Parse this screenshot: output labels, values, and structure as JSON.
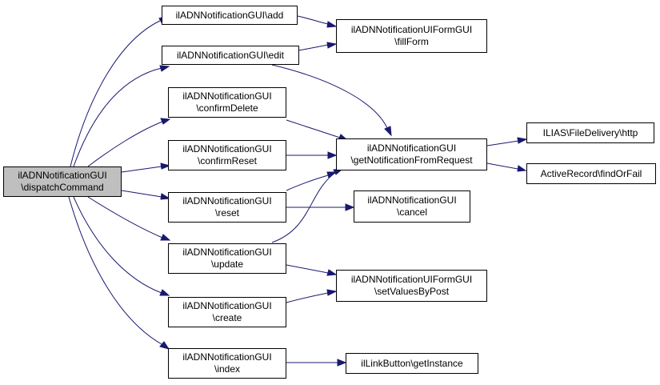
{
  "nodes": {
    "dispatch": {
      "line1": "ilADNNotificationGUI",
      "line2": "\\dispatchCommand"
    },
    "add": {
      "line1": "ilADNNotificationGUI\\add"
    },
    "edit": {
      "line1": "ilADNNotificationGUI\\edit"
    },
    "confirm_delete": {
      "line1": "ilADNNotificationGUI",
      "line2": "\\confirmDelete"
    },
    "confirm_reset": {
      "line1": "ilADNNotificationGUI",
      "line2": "\\confirmReset"
    },
    "reset": {
      "line1": "ilADNNotificationGUI",
      "line2": "\\reset"
    },
    "update": {
      "line1": "ilADNNotificationGUI",
      "line2": "\\update"
    },
    "create": {
      "line1": "ilADNNotificationGUI",
      "line2": "\\create"
    },
    "index": {
      "line1": "ilADNNotificationGUI",
      "line2": "\\index"
    },
    "fill_form": {
      "line1": "ilADNNotificationUIFormGUI",
      "line2": "\\fillForm"
    },
    "get_notification": {
      "line1": "ilADNNotificationGUI",
      "line2": "\\getNotificationFromRequest"
    },
    "cancel": {
      "line1": "ilADNNotificationGUI",
      "line2": "\\cancel"
    },
    "set_values": {
      "line1": "ilADNNotificationUIFormGUI",
      "line2": "\\setValuesByPost"
    },
    "link_button": {
      "line1": "ilLinkButton\\getInstance"
    },
    "file_delivery": {
      "line1": "ILIAS\\FileDelivery\\http"
    },
    "active_record": {
      "line1": "ActiveRecord\\findOrFail"
    }
  },
  "colors": {
    "edge": "#191970",
    "root_fill": "#bfbfbf",
    "node_border": "#000000"
  }
}
